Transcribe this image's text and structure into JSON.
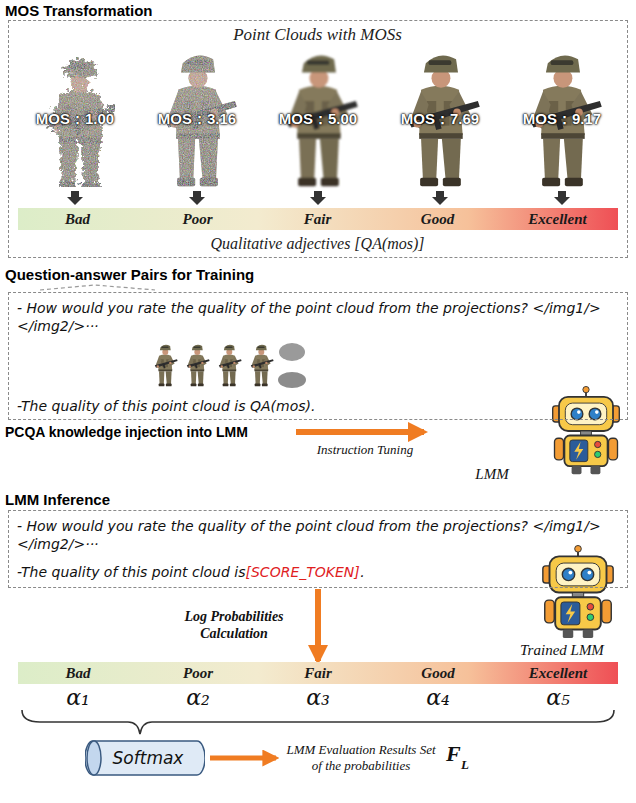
{
  "diagram": {
    "nodes": [
      {
        "text": [
          "MOS Transformation",
          "Point Clouds with MOSs",
          "Qualitative adjectives [QA(mos)]"
        ]
      },
      {
        "text": [
          "Bad",
          "Poor",
          "Fair",
          "Good",
          "Excellent"
        ],
        "in": 0
      },
      {
        "text": [
          "Question-answer Pairs for Training",
          "- How would you rate the quality of the point cloud from the projections? </img1/></img2/>···",
          "-The quality of this point cloud is QA(mos)."
        ]
      },
      {
        "text": [
          "LMM"
        ]
      },
      {
        "text": [
          "LMM Inference",
          "- How would you rate the quality of the point cloud from the projections? </img1/></img2/>···",
          "-The quality of this point cloud is ",
          "[SCORE_TOKEN]",
          "."
        ]
      },
      {
        "text": [
          "Trained LMM"
        ]
      },
      {
        "text": [
          "Bad",
          "Poor",
          "Fair",
          "Good",
          "Excellent"
        ]
      },
      {
        "text": [
          "Softmax"
        ]
      }
    ],
    "edges": [
      {
        "from": 4,
        "to": 6,
        "arrow": "to",
        "label": "Log Probabilities Calculation"
      }
    ],
    "labels": [
      "MOS：1.00",
      "MOS：3.16",
      "MOS：5.00",
      "MOS：7.69",
      "MOS：9.17",
      "PCQA knowledge injection into LMM",
      "Instruction Tuning",
      "α₁",
      "α₂",
      "α₃",
      "α₄",
      "α₅",
      "LMM Evaluation Results Set of the probabilities",
      "F",
      "L"
    ]
  }
}
